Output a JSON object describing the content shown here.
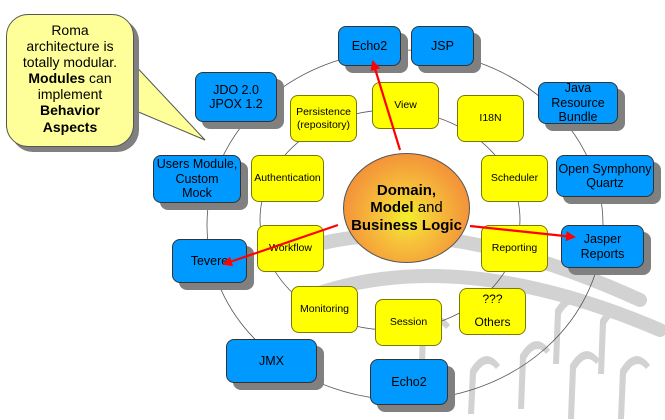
{
  "callout": {
    "line1": "Roma",
    "line2": "architecture is",
    "line3": "totally modular.",
    "line4_bold": "Modules",
    "line4_rest": " can",
    "line5": "implement",
    "line6_bold": "Behavior",
    "line7_bold": "Aspects"
  },
  "hub": {
    "line1_bold": "Domain,",
    "line2_bold": "Model",
    "line2_rest": " and",
    "line3_bold": "Business Logic"
  },
  "inner_modules": [
    {
      "label": "View"
    },
    {
      "label": "I18N"
    },
    {
      "label": "Scheduler"
    },
    {
      "label": "Reporting"
    },
    {
      "label": "???"
    },
    {
      "label": "Others"
    },
    {
      "label": "Session"
    },
    {
      "label": "Monitoring"
    },
    {
      "label": "Workflow"
    },
    {
      "label": "Authentication"
    },
    {
      "label": "Persistence"
    },
    {
      "label": "(repository)"
    }
  ],
  "outer_implementations": [
    {
      "label": "Echo2"
    },
    {
      "label": "JSP"
    },
    {
      "label": "Java"
    },
    {
      "label": "Resource"
    },
    {
      "label": "Bundle"
    },
    {
      "label": "Open Symphony"
    },
    {
      "label": "Quartz"
    },
    {
      "label": "Jasper Reports"
    },
    {
      "label": "Echo2"
    },
    {
      "label": "JMX"
    },
    {
      "label": "Tevere"
    },
    {
      "label": "Users Module,"
    },
    {
      "label": "Custom"
    },
    {
      "label": "Mock"
    },
    {
      "label": "JDO 2.0"
    },
    {
      "label": "JPOX 1.2"
    }
  ],
  "colors": {
    "implementation_fill": "#0099ff",
    "module_fill": "#ffff00",
    "callout_fill": "#ffff99",
    "arrow": "#ff0000",
    "shadow": "#808080"
  }
}
